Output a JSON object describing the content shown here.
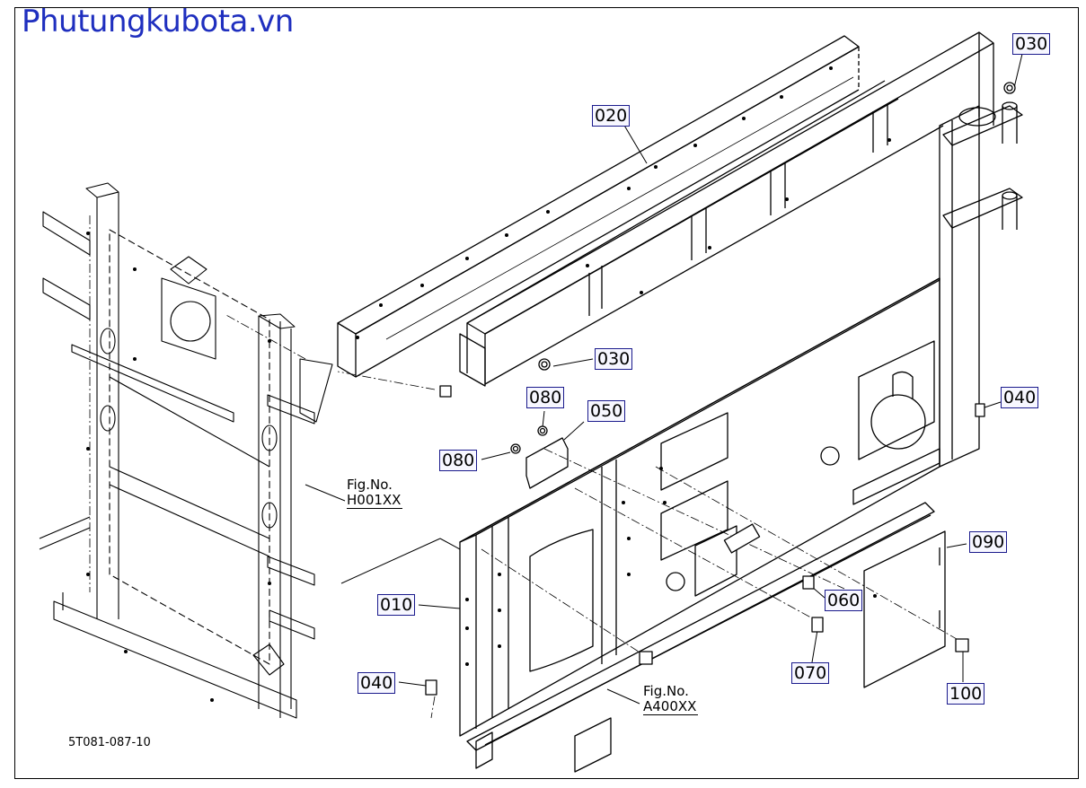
{
  "watermark": {
    "text": "Phutungkubota.vn",
    "color": "#1f2fbf"
  },
  "drawing_number": "5T081-087-10",
  "callout_border_color": "#1a1a8c",
  "callouts": {
    "c030_top": "030",
    "c020": "020",
    "c030_mid": "030",
    "c080_top": "080",
    "c050": "050",
    "c080_left": "080",
    "c040_right": "040",
    "c010": "010",
    "c040_left": "040",
    "c090": "090",
    "c060": "060",
    "c070": "070",
    "c100": "100"
  },
  "figure_refs": {
    "h001": {
      "label": "Fig.No.",
      "code": "H001XX"
    },
    "a400": {
      "label": "Fig.No.",
      "code": "A400XX"
    }
  }
}
